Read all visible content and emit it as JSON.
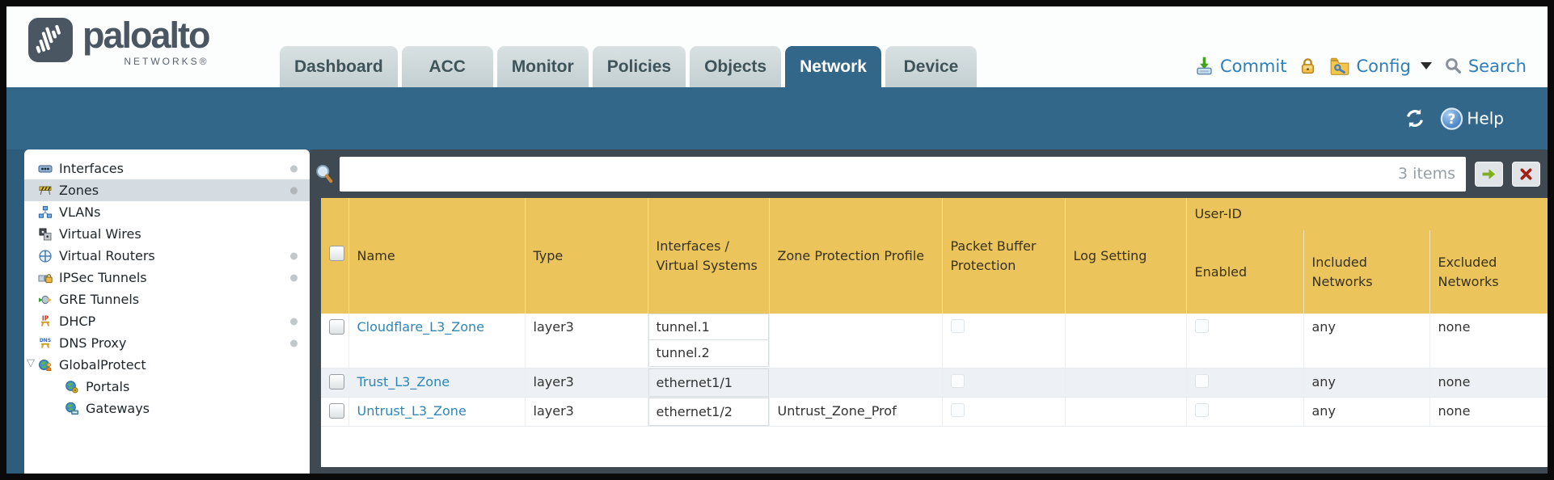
{
  "brand": {
    "wordmark": "paloalto",
    "sub": "NETWORKS®"
  },
  "colors": {
    "teal": "#33678a",
    "charcoal": "#3e4951",
    "header_amber": "#ebc45c",
    "user_id_amber": "#dcaa33",
    "link_blue": "#2e86b8"
  },
  "tabs": {
    "items": [
      {
        "label": "Dashboard"
      },
      {
        "label": "ACC"
      },
      {
        "label": "Monitor"
      },
      {
        "label": "Policies"
      },
      {
        "label": "Objects"
      },
      {
        "label": "Network"
      },
      {
        "label": "Device"
      }
    ],
    "active": "Network"
  },
  "top_actions": {
    "commit": "Commit",
    "config": "Config",
    "search": "Search"
  },
  "teal_bar": {
    "help": "Help"
  },
  "sidebar": {
    "items": [
      {
        "label": "Interfaces"
      },
      {
        "label": "Zones"
      },
      {
        "label": "VLANs"
      },
      {
        "label": "Virtual Wires"
      },
      {
        "label": "Virtual Routers"
      },
      {
        "label": "IPSec Tunnels"
      },
      {
        "label": "GRE Tunnels"
      },
      {
        "label": "DHCP"
      },
      {
        "label": "DNS Proxy"
      },
      {
        "label": "GlobalProtect"
      },
      {
        "label": "Portals"
      },
      {
        "label": "Gateways"
      }
    ],
    "selected": "Zones"
  },
  "filter": {
    "count": "3 items"
  },
  "table": {
    "group_header": "User-ID",
    "columns": {
      "name": "Name",
      "type": "Type",
      "interfaces": "Interfaces / Virtual Systems",
      "zpp": "Zone Protection Profile",
      "pbp": "Packet Buffer Protection",
      "log": "Log Setting",
      "enabled": "Enabled",
      "included": "Included Networks",
      "excluded": "Excluded Networks"
    },
    "rows": [
      {
        "name": "Cloudflare_L3_Zone",
        "type": "layer3",
        "interfaces": [
          "tunnel.1",
          "tunnel.2"
        ],
        "zpp": "",
        "log": "",
        "included": "any",
        "excluded": "none"
      },
      {
        "name": "Trust_L3_Zone",
        "type": "layer3",
        "interfaces": [
          "ethernet1/1"
        ],
        "zpp": "",
        "log": "",
        "included": "any",
        "excluded": "none"
      },
      {
        "name": "Untrust_L3_Zone",
        "type": "layer3",
        "interfaces": [
          "ethernet1/2"
        ],
        "zpp": "Untrust_Zone_Prof",
        "log": "",
        "included": "any",
        "excluded": "none"
      }
    ]
  }
}
